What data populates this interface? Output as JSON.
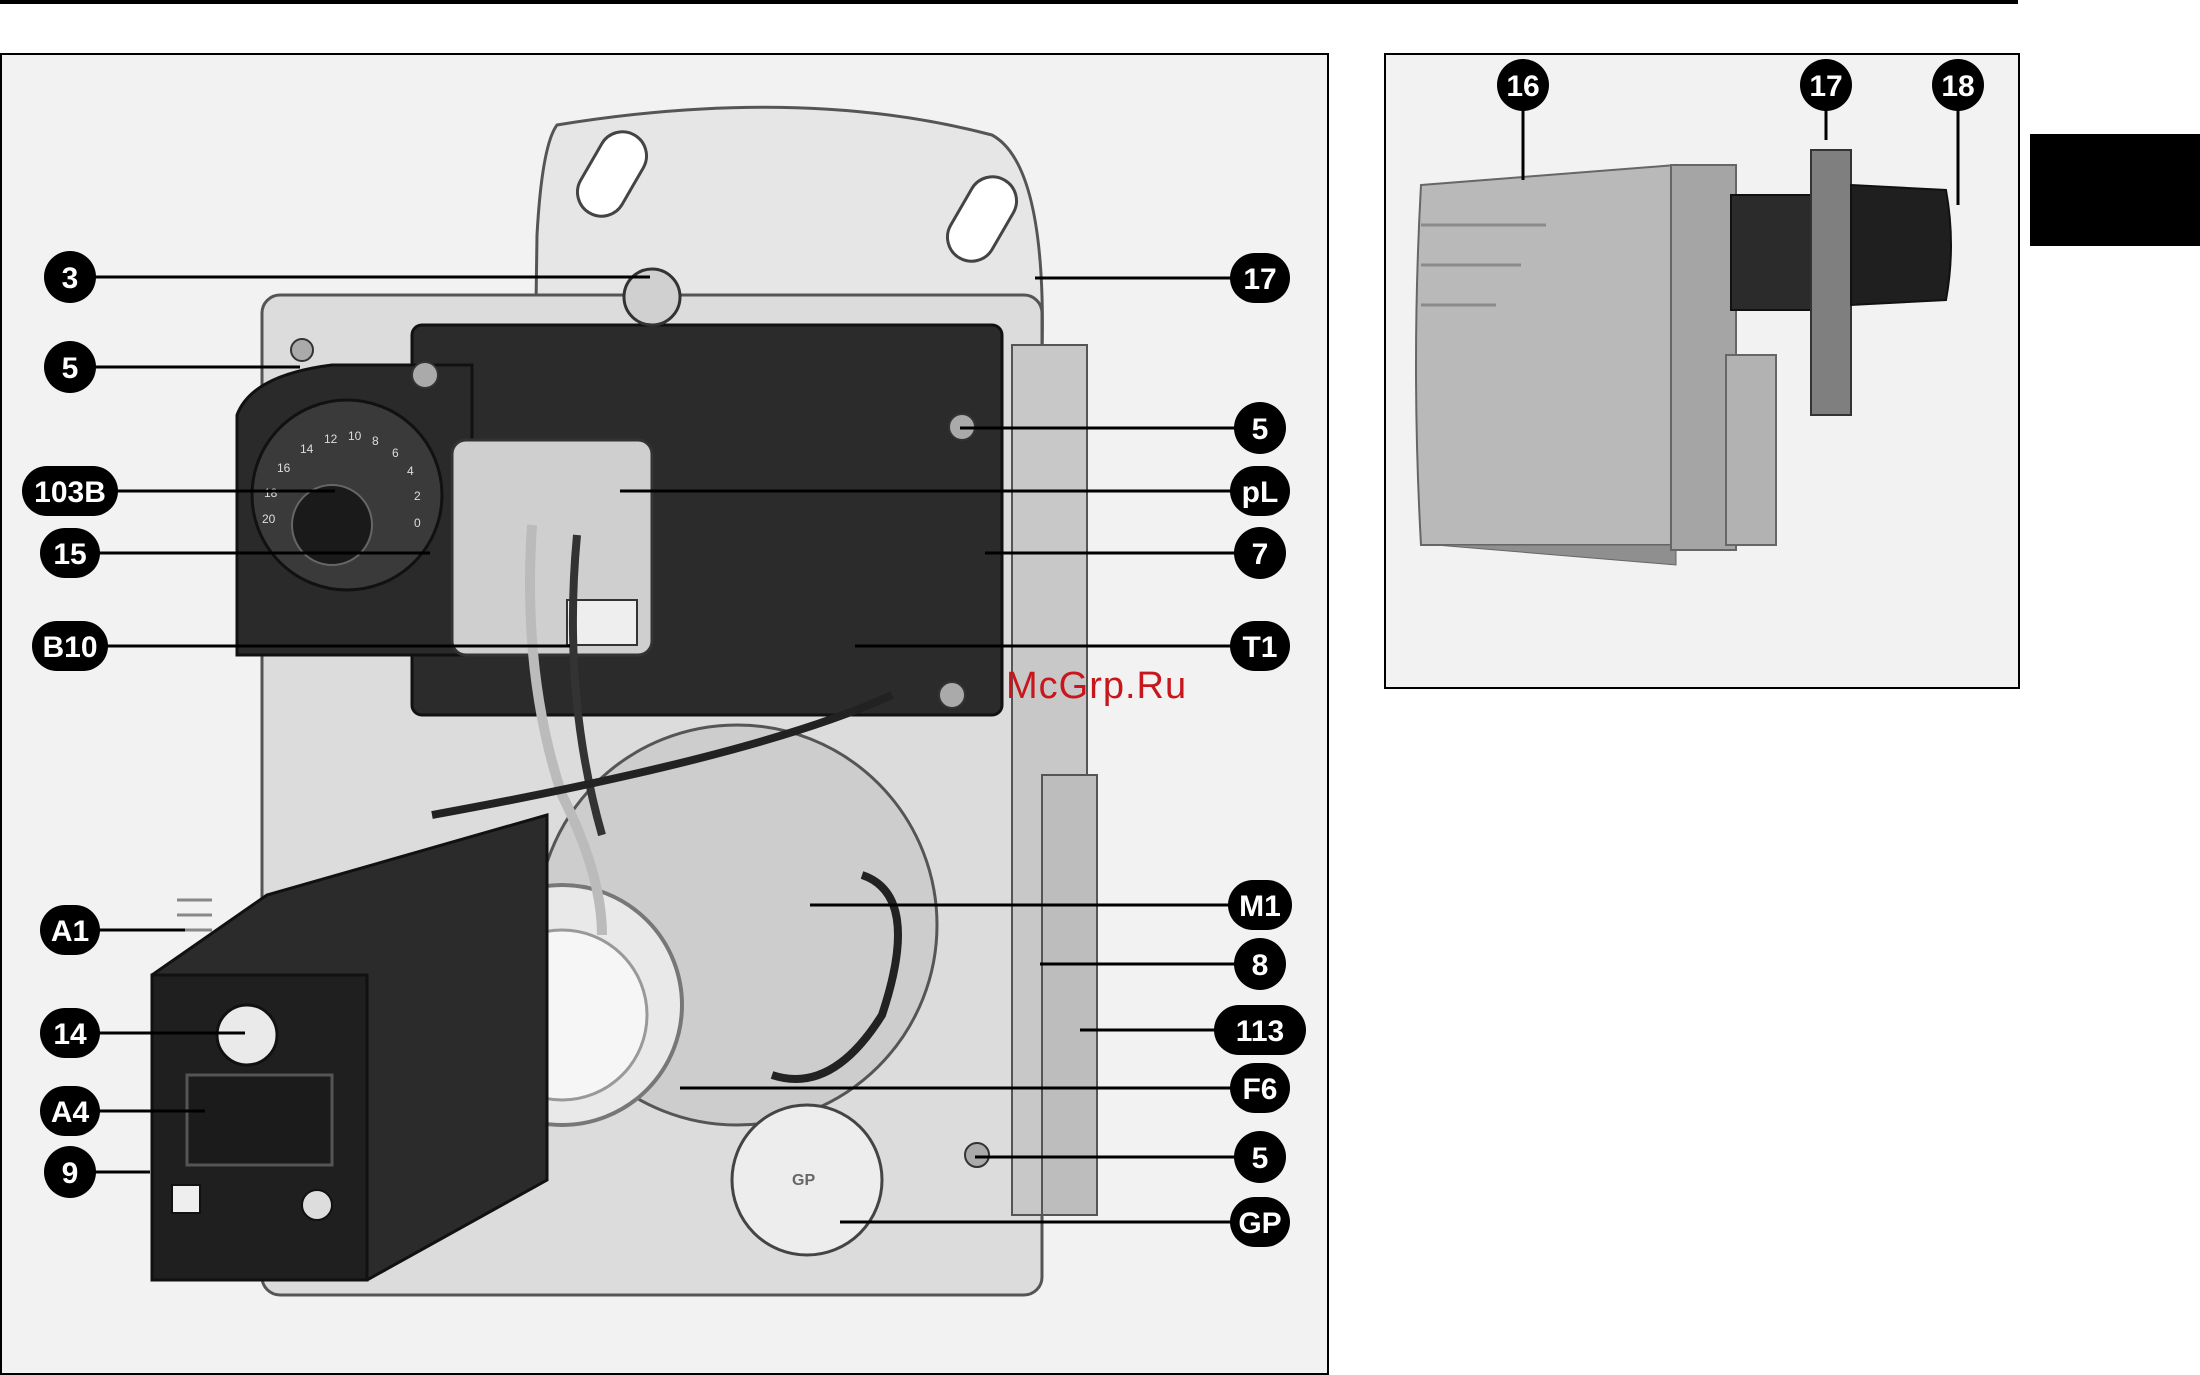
{
  "main_figure": {
    "callouts": [
      {
        "id": "c-3",
        "label": "3"
      },
      {
        "id": "c-5a",
        "label": "5"
      },
      {
        "id": "c-103b",
        "label": "103B"
      },
      {
        "id": "c-15",
        "label": "15"
      },
      {
        "id": "c-b10",
        "label": "B10"
      },
      {
        "id": "c-a1",
        "label": "A1"
      },
      {
        "id": "c-14",
        "label": "14"
      },
      {
        "id": "c-a4",
        "label": "A4"
      },
      {
        "id": "c-9",
        "label": "9"
      },
      {
        "id": "c-17",
        "label": "17"
      },
      {
        "id": "c-5b",
        "label": "5"
      },
      {
        "id": "c-pl",
        "label": "pL"
      },
      {
        "id": "c-7",
        "label": "7"
      },
      {
        "id": "c-t1",
        "label": "T1"
      },
      {
        "id": "c-m1",
        "label": "M1"
      },
      {
        "id": "c-8",
        "label": "8"
      },
      {
        "id": "c-113",
        "label": "113"
      },
      {
        "id": "c-f6",
        "label": "F6"
      },
      {
        "id": "c-5c",
        "label": "5"
      },
      {
        "id": "c-gp",
        "label": "GP"
      }
    ],
    "pump_marking": "GP",
    "dial_numbers": [
      "16",
      "14",
      "12",
      "10",
      "8",
      "6",
      "4",
      "2",
      "0",
      "18",
      "20"
    ]
  },
  "side_figure": {
    "callouts": [
      {
        "id": "s-16",
        "label": "16"
      },
      {
        "id": "s-17",
        "label": "17"
      },
      {
        "id": "s-18",
        "label": "18"
      }
    ]
  },
  "watermark": "McGrp.Ru"
}
